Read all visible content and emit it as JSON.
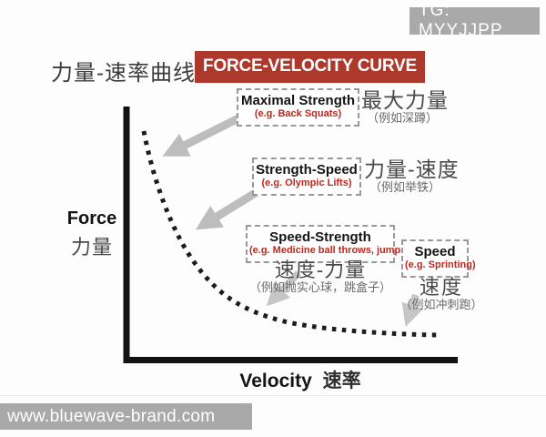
{
  "watermark": {
    "text": "TG: MYYJJPP"
  },
  "title": {
    "cn": "力量-速率曲线图",
    "en": "FORCE-VELOCITY CURVE"
  },
  "axes": {
    "y_en": "Force",
    "y_cn": "力量",
    "x_en": "Velocity",
    "x_cn": "速率"
  },
  "zones": [
    {
      "id": "maximal-strength",
      "en": "Maximal Strength",
      "example_en": "(e.g. Back Squats)",
      "cn": "最大力量",
      "example_cn": "（例如深蹲）"
    },
    {
      "id": "strength-speed",
      "en": "Strength-Speed",
      "example_en": "(e.g. Olympic Lifts)",
      "cn": "力量-速度",
      "example_cn": "（例如举铁）"
    },
    {
      "id": "speed-strength",
      "en": "Speed-Strength",
      "example_en": "(e.g. Medicine ball throws, jumps)",
      "cn": "速度-力量",
      "example_cn": "（例如抛实心球，跳盒子）"
    },
    {
      "id": "speed",
      "en": "Speed",
      "example_en": "(e.g. Sprinting)",
      "cn": "速度",
      "example_cn": "（例如冲刺跑）"
    }
  ],
  "footer": {
    "url": "www.bluewave-brand.com"
  },
  "colors": {
    "title_banner_red": "#ad392d",
    "example_text_red": "#bf271c",
    "watermark_gray": "#a9a9a9",
    "arrow_gray": "#bdbdbd",
    "curve_black": "#1c1c1c",
    "cn_text_gray": "#4a4a4a"
  }
}
